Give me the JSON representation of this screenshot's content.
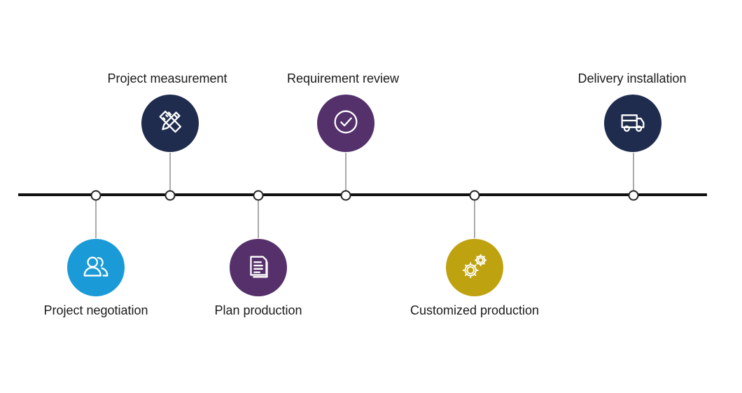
{
  "steps": [
    {
      "label": "Project negotiation",
      "icon": "users-icon",
      "color": "#1a9ad6"
    },
    {
      "label": "Project measurement",
      "icon": "pencil-ruler-icon",
      "color": "#1f2c4d"
    },
    {
      "label": "Plan production",
      "icon": "document-icon",
      "color": "#55306a"
    },
    {
      "label": "Requirement review",
      "icon": "check-circle-icon",
      "color": "#54316b"
    },
    {
      "label": "Customized production",
      "icon": "gears-icon",
      "color": "#bfa20f"
    },
    {
      "label": "Delivery installation",
      "icon": "truck-icon",
      "color": "#1f2c4d"
    }
  ]
}
